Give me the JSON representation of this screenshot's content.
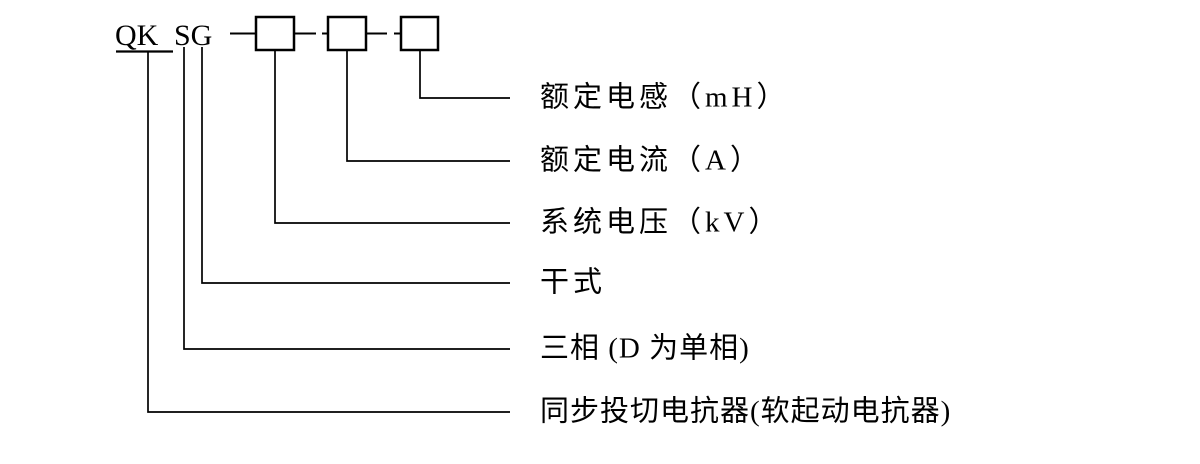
{
  "diagram": {
    "model_code": {
      "prefix": "QK",
      "series": "SG",
      "placeholder_box_count": 3
    },
    "legend": [
      {
        "id": "rated-inductance",
        "label": "额定电感（mH）"
      },
      {
        "id": "rated-current",
        "label": "额定电流（A）"
      },
      {
        "id": "system-voltage",
        "label": "系统电压（kV）"
      },
      {
        "id": "dry-type",
        "label": "干式"
      },
      {
        "id": "phase",
        "label": "三相 (D 为单相)"
      },
      {
        "id": "reactor-type",
        "label": "同步投切电抗器(软起动电抗器)"
      }
    ],
    "colors": {
      "line": "#000000",
      "text": "#000000",
      "background": "#ffffff"
    }
  }
}
